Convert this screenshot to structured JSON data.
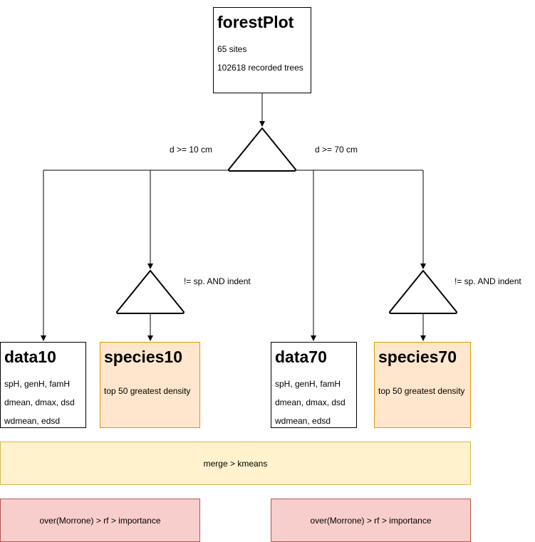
{
  "root": {
    "title": "forestPlot",
    "lines": [
      "65 sites",
      "102618 recorded trees"
    ]
  },
  "edge_labels": {
    "left": "d >= 10 cm",
    "right": "d >= 70 cm",
    "filter10": "!= sp. AND indent",
    "filter70": "!= sp. AND indent"
  },
  "data10": {
    "title": "data10",
    "lines": [
      "spH, genH, famH",
      "dmean, dmax, dsd",
      "wdmean, edsd"
    ]
  },
  "species10": {
    "title": "species10",
    "lines": [
      "top 50 greatest density"
    ]
  },
  "data70": {
    "title": "data70",
    "lines": [
      "spH, genH, famH",
      "dmean, dmax, dsd",
      "wdmean, edsd"
    ]
  },
  "species70": {
    "title": "species70",
    "lines": [
      "top 50 greatest density"
    ]
  },
  "merge": {
    "label": "merge > kmeans"
  },
  "rf10": {
    "label": "over(Morrone) > rf > importance"
  },
  "rf70": {
    "label": "over(Morrone) > rf > importance"
  }
}
